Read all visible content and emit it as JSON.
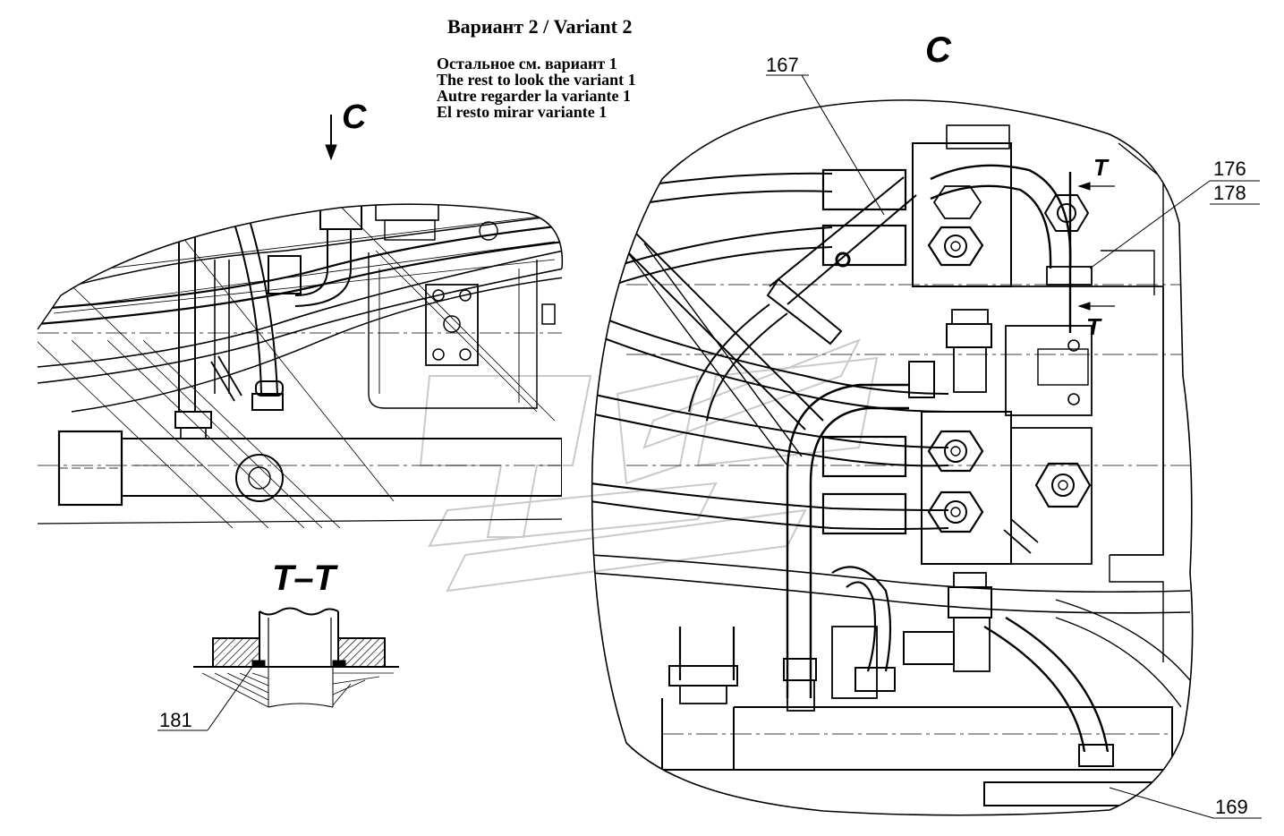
{
  "header": {
    "title": "Вариант 2 / Variant 2",
    "notes": [
      "Остальное см. вариант 1",
      "The rest to look the variant 1",
      "Autre regarder la variante 1",
      "El resto mirar variante 1"
    ]
  },
  "views": {
    "arrow_c": "C",
    "detail_c": "C",
    "section_tt": "T–T",
    "section_mark_top": "T",
    "section_mark_bottom": "T"
  },
  "callouts": {
    "p167": "167",
    "p176": "176",
    "p178": "178",
    "p181": "181",
    "p169": "169"
  }
}
